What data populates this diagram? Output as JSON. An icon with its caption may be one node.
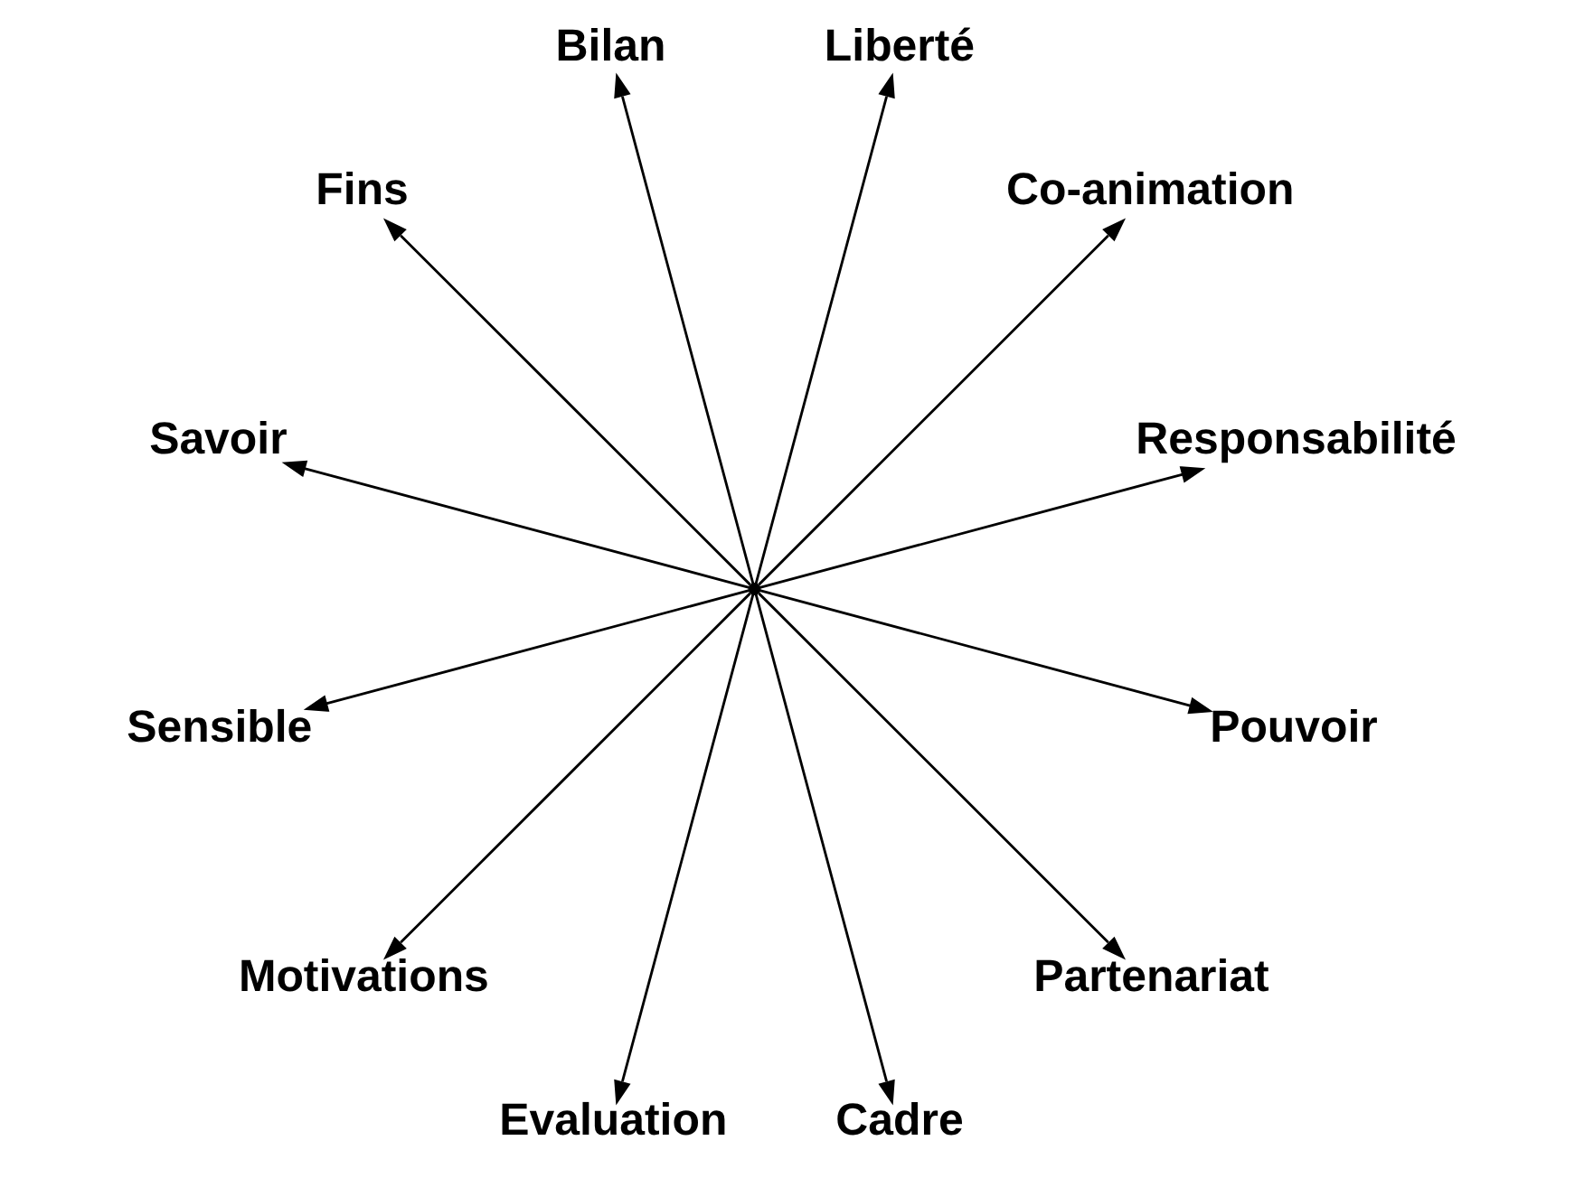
{
  "diagram": {
    "nodes": [
      {
        "text": [
          "Responsabilité"
        ]
      },
      {
        "text": [
          "Co-animation"
        ]
      },
      {
        "text": [
          "Liberté"
        ]
      },
      {
        "text": [
          "Bilan"
        ]
      },
      {
        "text": [
          "Fins"
        ]
      },
      {
        "text": [
          "Savoir"
        ]
      },
      {
        "text": [],
        "shape": "point"
      },
      {
        "text": [
          "Sensible"
        ]
      },
      {
        "text": [
          "Motivations"
        ]
      },
      {
        "text": [
          "Evaluation"
        ]
      },
      {
        "text": [
          "Cadre"
        ]
      },
      {
        "text": [
          "Partenariat"
        ]
      },
      {
        "text": [
          "Pouvoir"
        ]
      }
    ],
    "edges": [
      {
        "from": 6,
        "to": 0,
        "arrow": "to"
      },
      {
        "from": 6,
        "to": 1,
        "arrow": "to"
      },
      {
        "from": 6,
        "to": 3,
        "arrow": "to"
      },
      {
        "from": 6,
        "to": 5,
        "arrow": "to"
      },
      {
        "from": 6,
        "to": 8,
        "arrow": "to"
      },
      {
        "from": 6,
        "to": 10,
        "arrow": "to"
      },
      {
        "from": 6,
        "to": 12,
        "arrow": "to"
      },
      {
        "from": 6,
        "to": 11,
        "arrow": "to"
      },
      {
        "from": 6,
        "to": 9,
        "arrow": "to"
      },
      {
        "from": 6,
        "to": 7,
        "arrow": "to"
      },
      {
        "from": 6,
        "to": 4,
        "arrow": "to"
      },
      {
        "from": 6,
        "to": 2,
        "arrow": "to"
      }
    ]
  }
}
